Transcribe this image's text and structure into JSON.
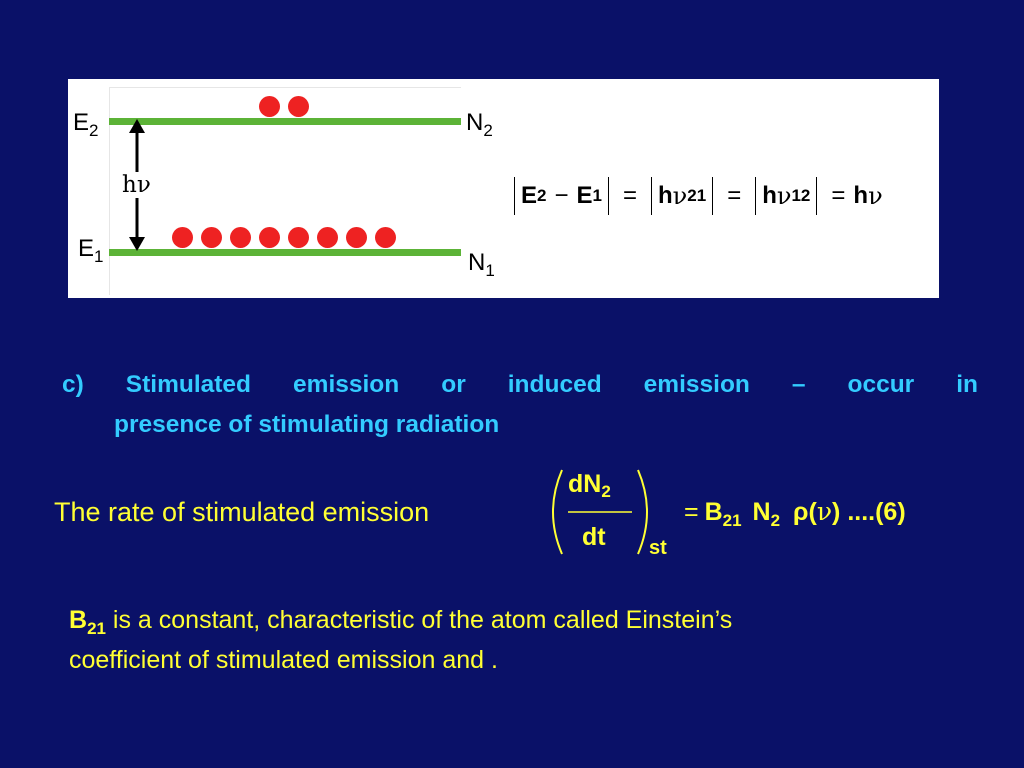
{
  "diagram": {
    "upper_level_label": "E",
    "upper_level_sub": "2",
    "lower_level_label": "E",
    "lower_level_sub": "1",
    "upper_population_label": "N",
    "upper_population_sub": "2",
    "lower_population_label": "N",
    "lower_population_sub": "1",
    "photon_label": "hν",
    "upper_atoms_count": 2,
    "lower_atoms_count": 8,
    "level_color": "#5cb337",
    "atom_color": "#ee2222"
  },
  "equation": {
    "e2": "E",
    "e2_sub": "2",
    "minus": "−",
    "e1": "E",
    "e1_sub": "1",
    "eq1": "=",
    "h1": "h",
    "nu1": "ν",
    "sub21": "21",
    "eq2": "=",
    "h2": "h",
    "nu2": "ν",
    "sub12": "12",
    "eq3": "=",
    "h3": "h",
    "nu3": "ν"
  },
  "content": {
    "point_c_line1": "c) Stimulated emission or induced emission – occur in",
    "point_c_line2": "presence of stimulating radiation",
    "rate_label": "The rate of stimulated emission",
    "numerator": "dN",
    "numerator_sub": "2",
    "denominator": "dt",
    "subscript_st": "st",
    "rhs_eq": "=",
    "rhs_b": "B",
    "rhs_b_sub": "21",
    "rhs_n": "N",
    "rhs_n_sub": "2",
    "rhs_rho": "ρ(",
    "rhs_nu": "ν",
    "rhs_close": ")",
    "rhs_number": "....(6)",
    "b21_label": "B",
    "b21_sub": "21",
    "desc_line1": " is a constant, characteristic of the atom called Einstein’s",
    "desc_line2": "coefficient of stimulated emission and ."
  },
  "colors": {
    "background": "#0a1168",
    "cyan": "#33ccff",
    "yellow": "#ffff33"
  }
}
